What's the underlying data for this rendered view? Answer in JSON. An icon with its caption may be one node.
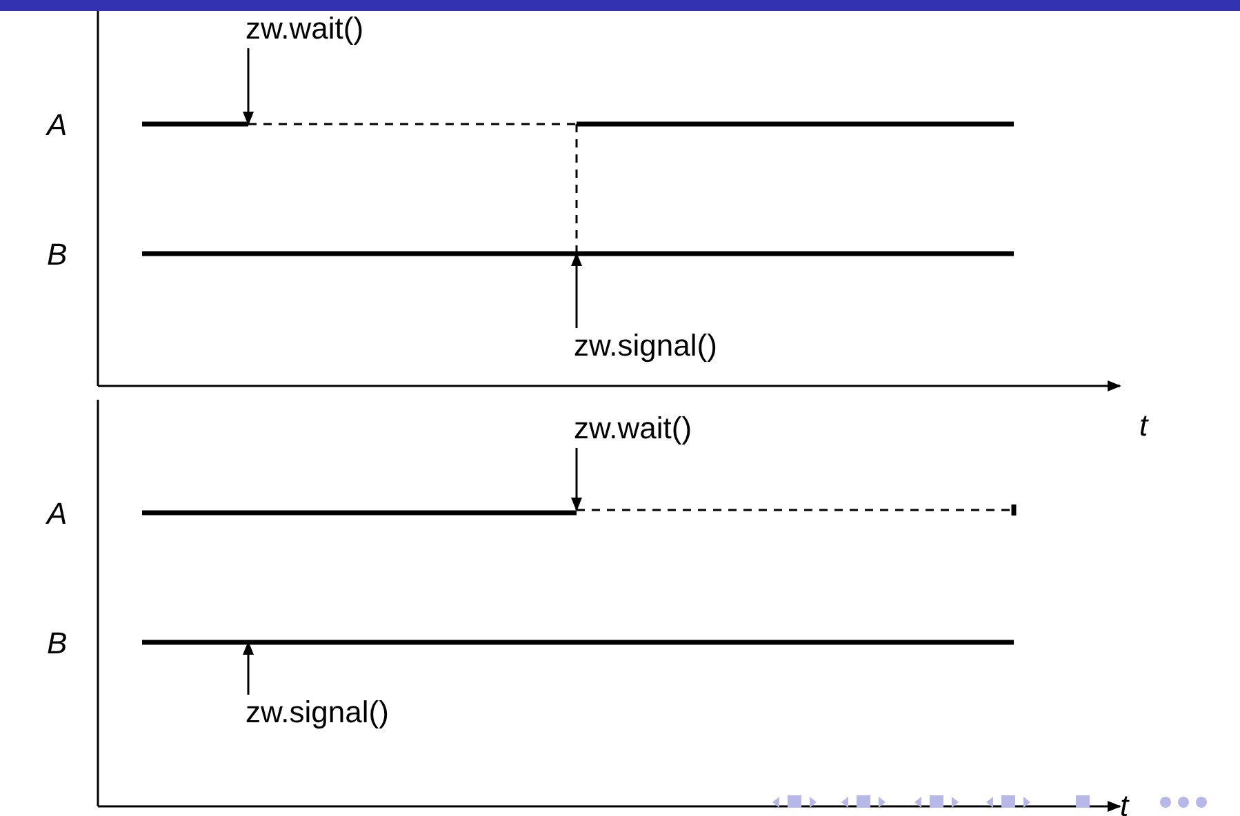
{
  "diagram": {
    "nodes": [
      {
        "text": [
          "zw.wait()"
        ]
      },
      {
        "text": [
          "zw.signal()"
        ]
      },
      {
        "text": [
          "zw.wait()"
        ]
      },
      {
        "text": [
          "zw.signal()"
        ]
      }
    ],
    "edges": [
      {
        "from": 0,
        "to": null,
        "arrow": "to"
      },
      {
        "from": 1,
        "to": null,
        "arrow": "to"
      },
      {
        "from": 2,
        "to": null,
        "arrow": "to"
      },
      {
        "from": 3,
        "to": null,
        "arrow": "to"
      }
    ],
    "labels": [
      "A",
      "B",
      "t",
      "A",
      "B",
      "t"
    ]
  }
}
